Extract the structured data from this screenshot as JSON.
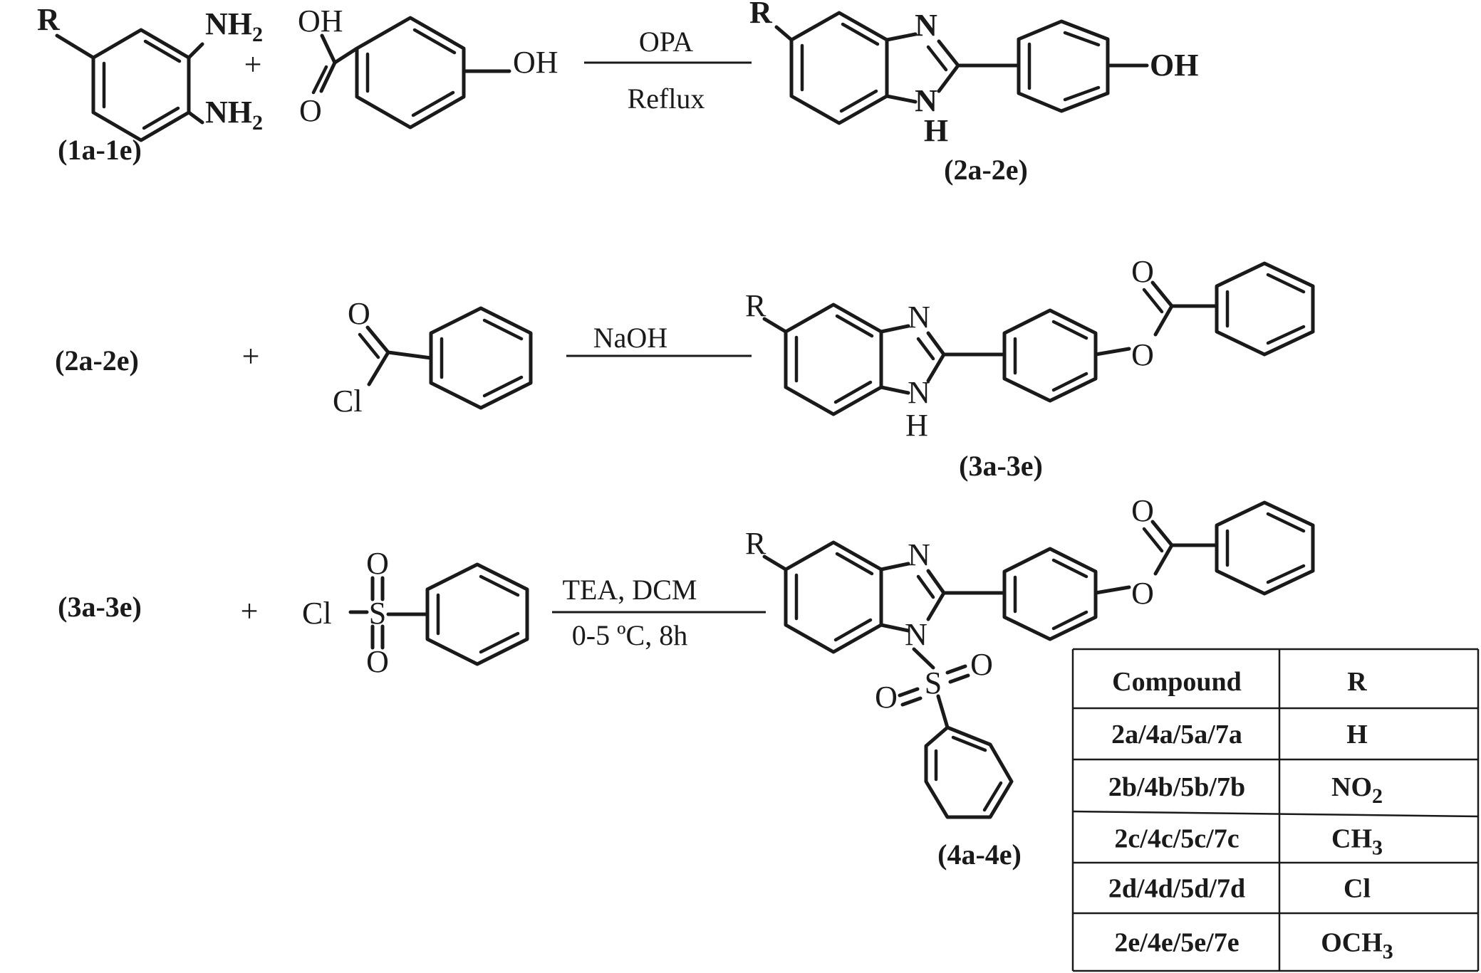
{
  "reactions": [
    {
      "reactant1": {
        "label": "(1a-1e)",
        "R": "R",
        "NH2_top": "NH",
        "NH2_bottom": "NH",
        "sub2": "2"
      },
      "plus": "+",
      "reactant2": {
        "OH_acid": "OH",
        "O_carbonyl": "O",
        "OH_phenol": "OH"
      },
      "conditions": [
        "OPA",
        "Reflux"
      ],
      "product": {
        "label": "(2a-2e)",
        "R": "R",
        "N": "N",
        "NH_N": "N",
        "NH_H": "H",
        "OH": "OH"
      }
    },
    {
      "reactant1": {
        "label": "(2a-2e)"
      },
      "plus": "+",
      "reactant2": {
        "O": "O",
        "Cl": "Cl"
      },
      "conditions": [
        "NaOH"
      ],
      "product": {
        "label": "(3a-3e)",
        "R": "R",
        "N": "N",
        "NH_N": "N",
        "NH_H": "H",
        "O_ester": "O",
        "O_carbonyl": "O"
      }
    },
    {
      "reactant1": {
        "label": "(3a-3e)"
      },
      "plus": "+",
      "reactant2": {
        "Cl": "Cl",
        "S": "S",
        "O_top": "O",
        "O_bottom": "O"
      },
      "conditions": [
        "TEA, DCM",
        "0-5 ºC, 8h"
      ],
      "product": {
        "label": "(4a-4e)",
        "R": "R",
        "N": "N",
        "N1": "N",
        "S": "S",
        "O_right": "O",
        "O_left": "O",
        "O_ester": "O",
        "O_carbonyl": "O"
      }
    }
  ],
  "table": {
    "headers": [
      "Compound",
      "R"
    ],
    "rows": [
      {
        "compound": "2a/4a/5a/7a",
        "r_main": "H",
        "r_sub": ""
      },
      {
        "compound": "2b/4b/5b/7b",
        "r_main": "NO",
        "r_sub": "2"
      },
      {
        "compound": "2c/4c/5c/7c",
        "r_main": "CH",
        "r_sub": "3"
      },
      {
        "compound": "2d/4d/5d/7d",
        "r_main": "Cl",
        "r_sub": ""
      },
      {
        "compound": "2e/4e/5e/7e",
        "r_main": "OCH",
        "r_sub": "3"
      }
    ]
  }
}
